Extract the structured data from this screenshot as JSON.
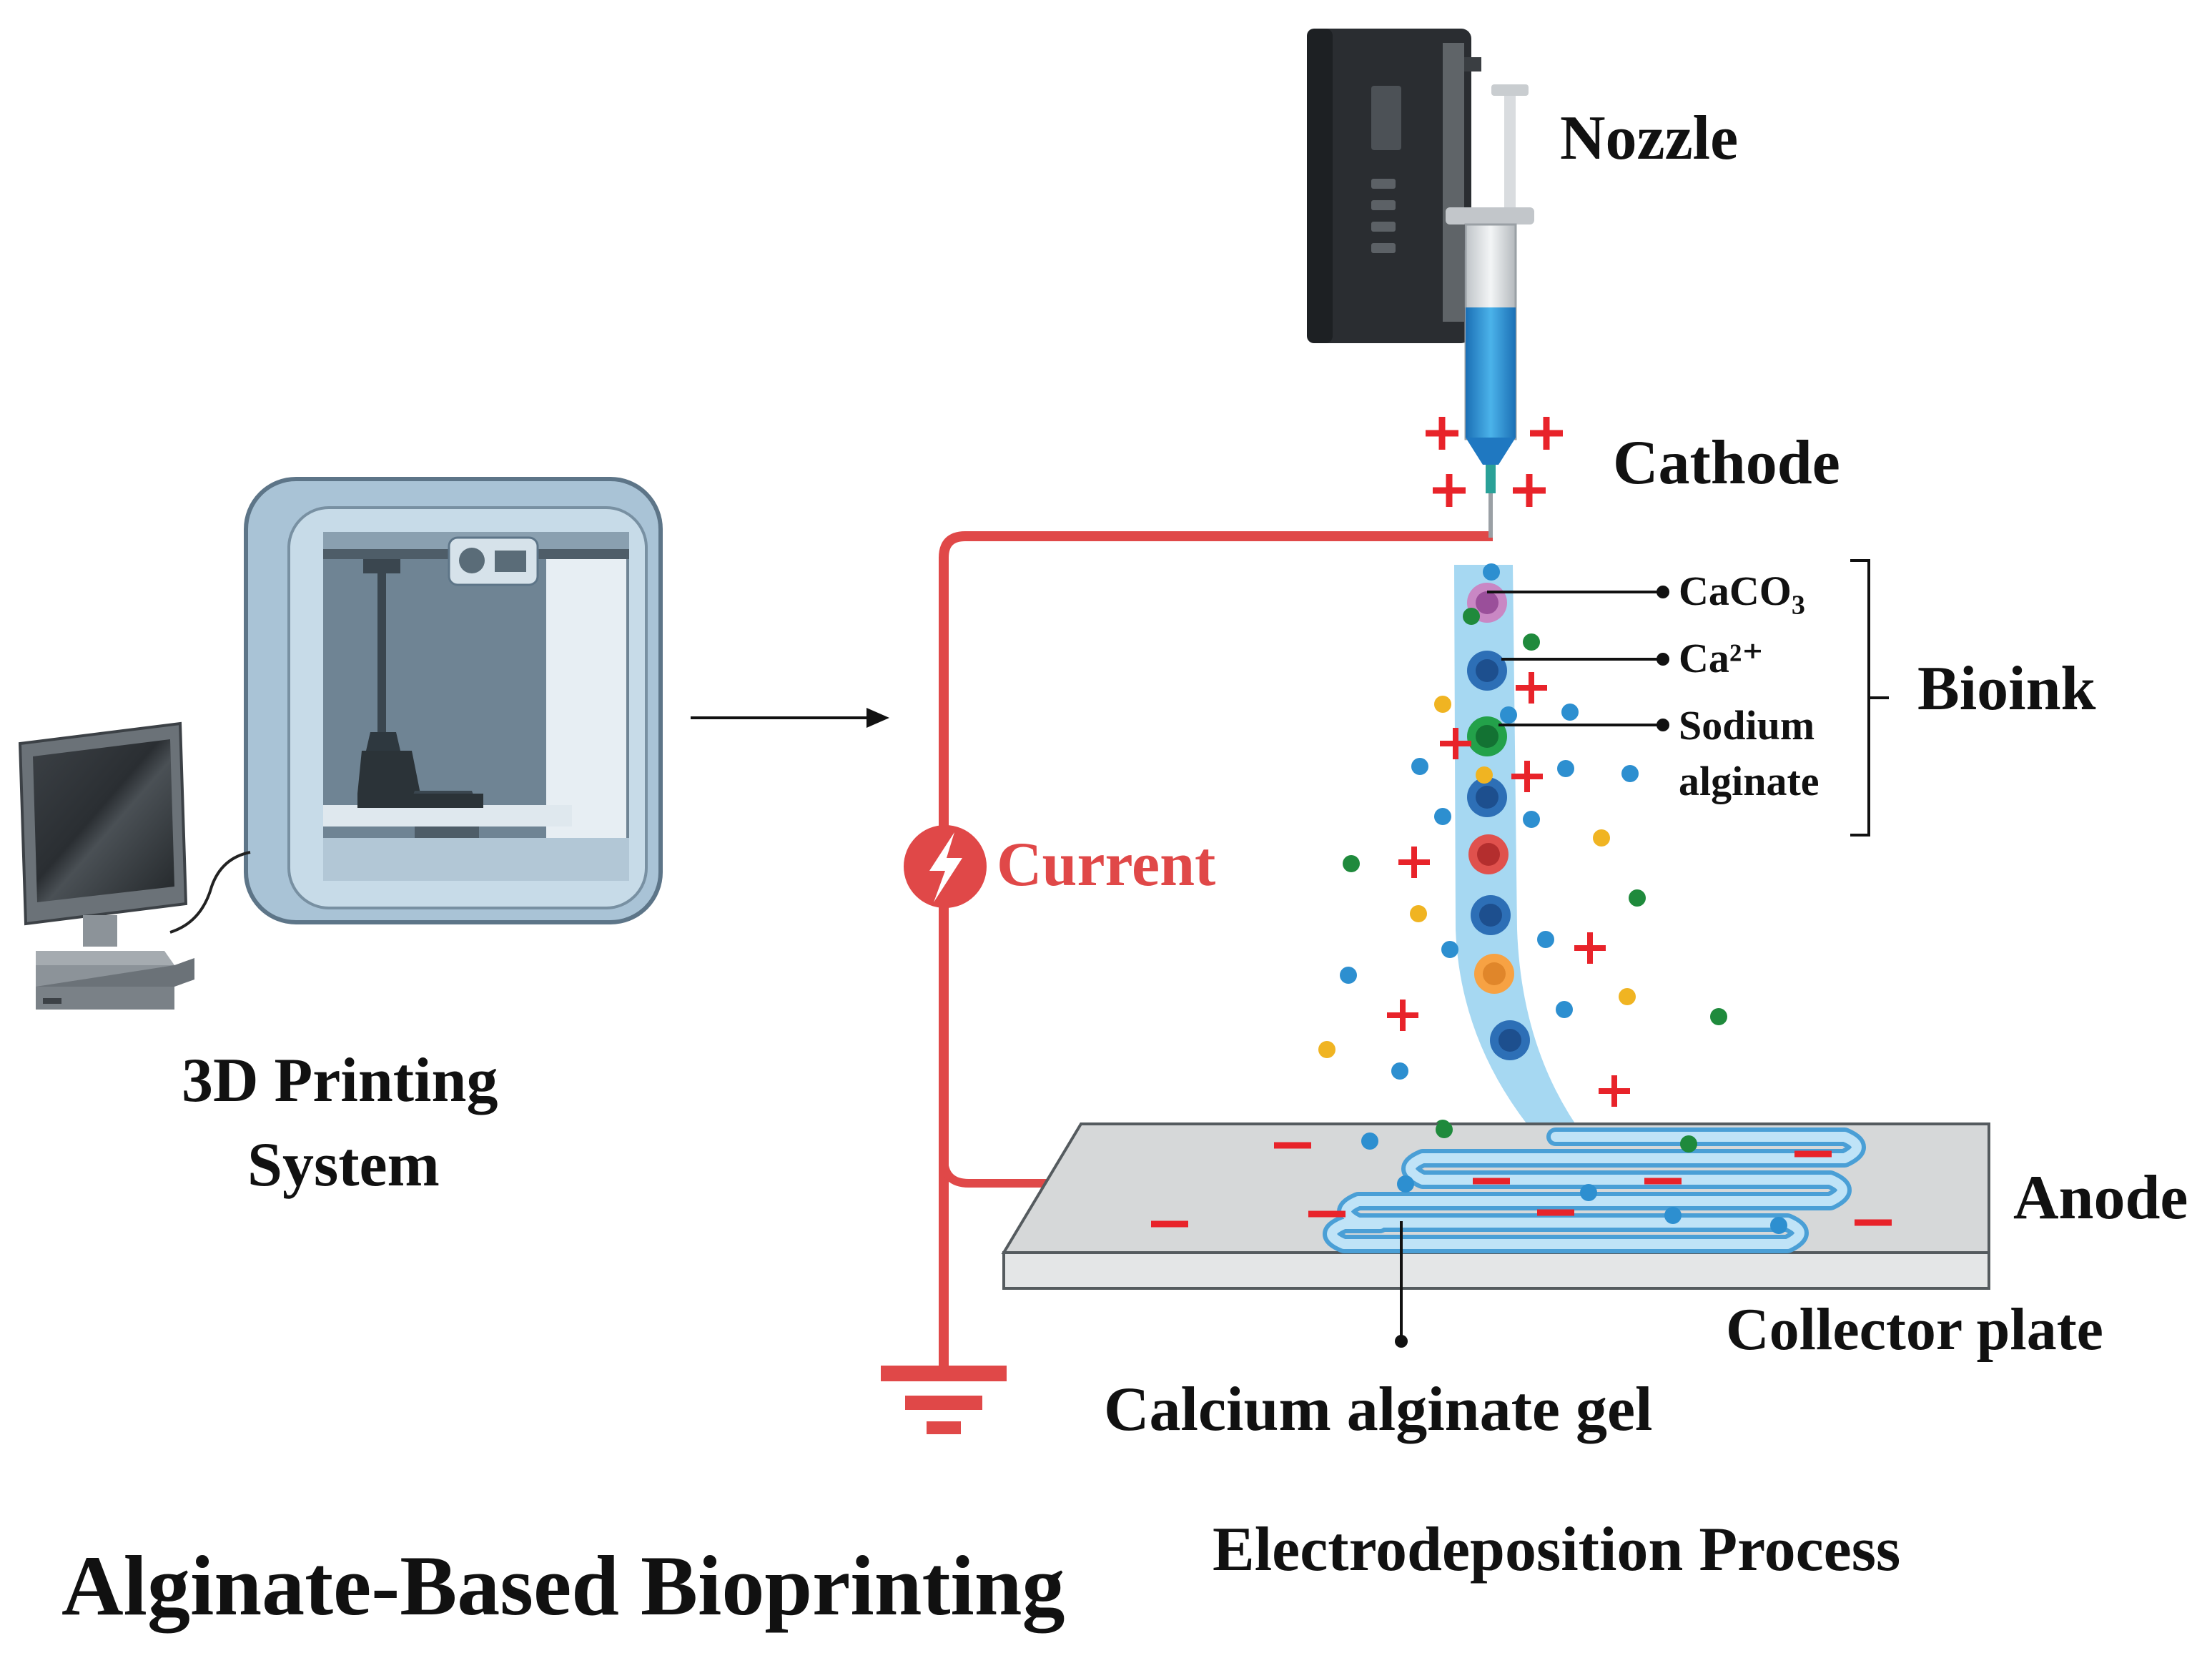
{
  "labels": {
    "nozzle": "Nozzle",
    "cathode": "Cathode",
    "bioink": "Bioink",
    "caco3_base": "CaCO",
    "caco3_sub": "3",
    "ca2": "Ca²⁺",
    "sodium": "Sodium",
    "alginate": "alginate",
    "current": "Current",
    "anode": "Anode",
    "collector_plate": "Collector plate",
    "calcium_gel": "Calcium alginate gel",
    "printing_line1": "3D Printing",
    "printing_line2": "System",
    "electrodeposition": "Electrodeposition Process",
    "main_title": "Alginate-Based Bioprinting"
  },
  "icons": [
    "syringe-pump-icon",
    "3d-printer-icon",
    "computer-icon",
    "lightning-bolt-icon",
    "ground-icon"
  ],
  "colors": {
    "wire": "#e04848",
    "charge": "#e8232a",
    "bioink_stream": "#a6d8f2",
    "ion_blue": "#2d8fd0",
    "ion_green": "#1f8a3c",
    "ion_yellow": "#f0b422",
    "text": "#111111"
  }
}
